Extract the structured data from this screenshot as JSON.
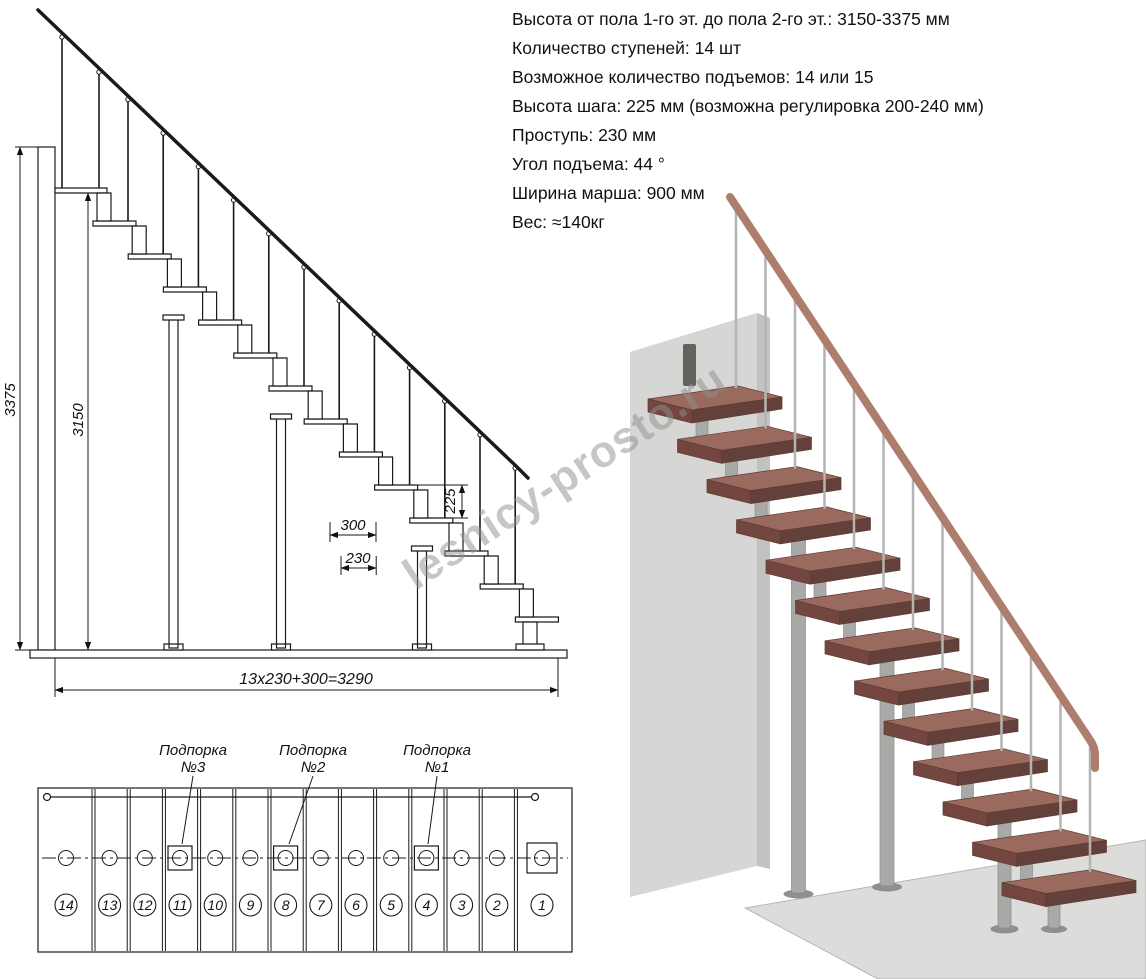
{
  "specs": {
    "lines": [
      "Высота от пола 1-го эт. до пола 2-го эт.: 3150-3375 мм",
      "Количество ступеней: 14 шт",
      "Возможное количество подъемов: 14 или 15",
      "Высота шага: 225 мм (возможна регулировка 200-240 мм)",
      "Проступь: 230 мм",
      "Угол подъема: 44 °",
      "Ширина марша: 900 мм",
      "Вес: ≈140кг"
    ]
  },
  "side_view": {
    "dims": {
      "total_height": "3375",
      "clear_height": "3150",
      "riser": "225",
      "top_run": "300",
      "tread": "230",
      "total_run": "13x230+300=3290"
    }
  },
  "plan_view": {
    "support_labels": [
      {
        "line1": "Подпорка",
        "line2": "№3"
      },
      {
        "line1": "Подпорка",
        "line2": "№2"
      },
      {
        "line1": "Подпорка",
        "line2": "№1"
      }
    ],
    "step_numbers": [
      "14",
      "13",
      "12",
      "11",
      "10",
      "9",
      "8",
      "7",
      "6",
      "5",
      "4",
      "3",
      "2",
      "1"
    ]
  },
  "watermark": {
    "text": "lesnicy-prosto.ru"
  },
  "colors": {
    "wood_tread": "#9a6a5f",
    "wood_front": "#734740",
    "wood_side": "#63403a",
    "handrail": "#ad7d6d",
    "metal": "#a9a9a7",
    "wall_face": "#d6d6d4",
    "floor": "#dcdcda"
  }
}
